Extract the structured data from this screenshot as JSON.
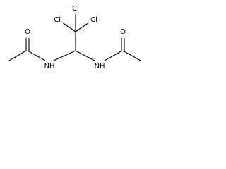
{
  "molecule": {
    "atoms": {
      "cl_top": "Cl",
      "cl_left": "Cl",
      "cl_right": "Cl",
      "o_left": "O",
      "o_right": "O",
      "nh_left": "NH",
      "nh_right": "NH"
    }
  }
}
